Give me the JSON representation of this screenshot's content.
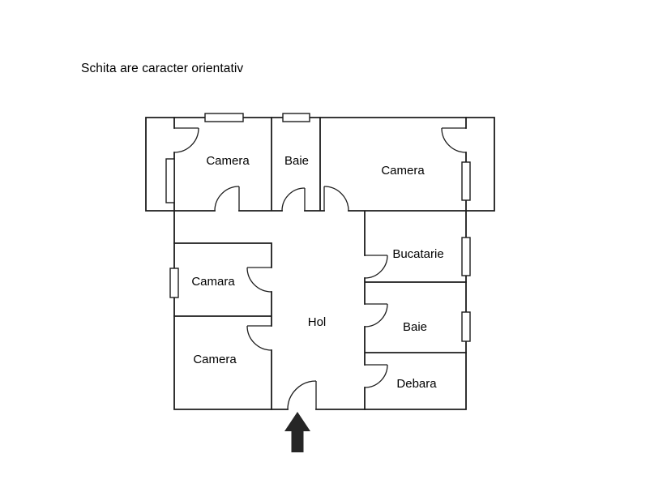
{
  "title": "Schita are caracter orientativ",
  "rooms": {
    "camera_top_left": "Camera",
    "baie_top": "Baie",
    "camera_top_right": "Camera",
    "bucatarie": "Bucatarie",
    "camara": "Camara",
    "hol": "Hol",
    "baie_right": "Baie",
    "camera_bottom_left": "Camera",
    "debara": "Debara"
  },
  "entrance": {
    "arrow_direction": "up"
  },
  "colors": {
    "wall": "#1c1c1c",
    "background": "#ffffff",
    "arrow": "#262626"
  }
}
